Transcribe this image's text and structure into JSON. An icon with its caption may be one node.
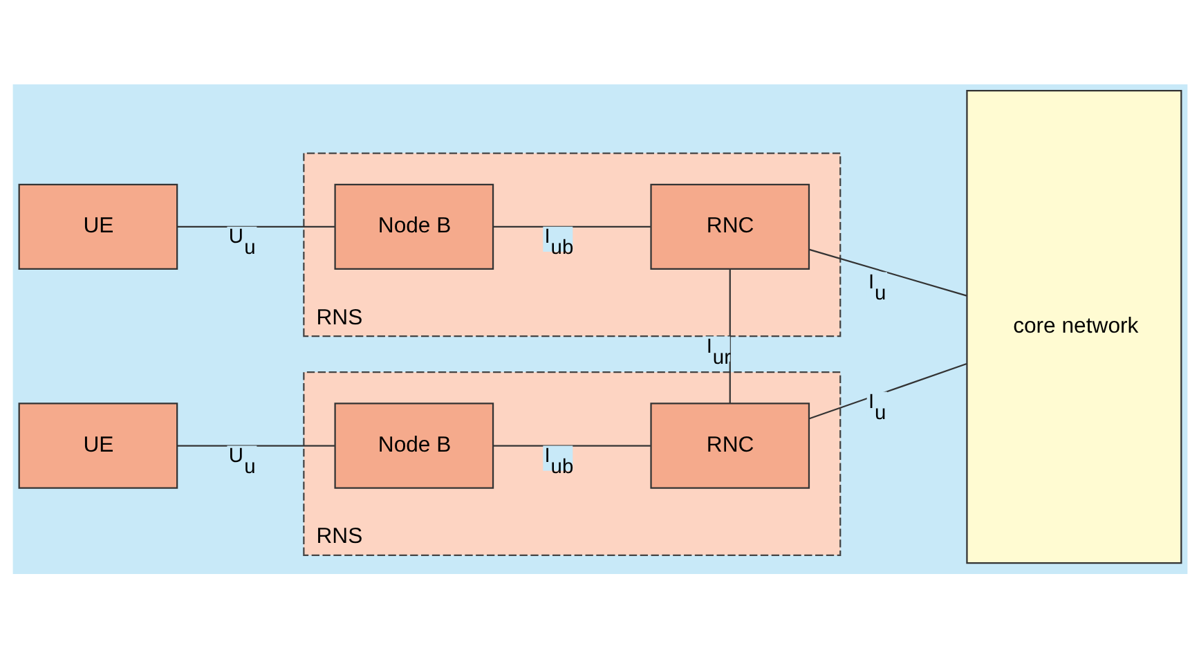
{
  "diagram": {
    "nodes": [
      {
        "text": [
          "UE"
        ]
      },
      {
        "text": [
          "RNS"
        ]
      },
      {
        "text": [
          "Node B"
        ],
        "in": 1
      },
      {
        "text": [
          "RNC"
        ],
        "in": 1
      },
      {
        "text": [
          "core network"
        ]
      },
      {
        "text": [
          "UE"
        ]
      },
      {
        "text": [
          "RNS"
        ]
      },
      {
        "text": [
          "Node B"
        ],
        "in": 6
      },
      {
        "text": [
          "RNC"
        ],
        "in": 6
      }
    ],
    "edges": [
      {
        "from": 0,
        "to": 2,
        "arrow": "none",
        "label": "U$_{u}$"
      },
      {
        "from": 2,
        "to": 3,
        "arrow": "none",
        "label": "I$_{ub}$"
      },
      {
        "from": 3,
        "to": 4,
        "arrow": "none",
        "label": "I$_{u}$"
      },
      {
        "from": 3,
        "to": 8,
        "arrow": "none",
        "label": "I$_{ur}$"
      },
      {
        "from": 5,
        "to": 7,
        "arrow": "none",
        "label": "U$_{u}$"
      },
      {
        "from": 7,
        "to": 8,
        "arrow": "none",
        "label": "I$_{ub}$"
      },
      {
        "from": 8,
        "to": 4,
        "arrow": "none",
        "label": "I$_{u}$"
      }
    ]
  }
}
